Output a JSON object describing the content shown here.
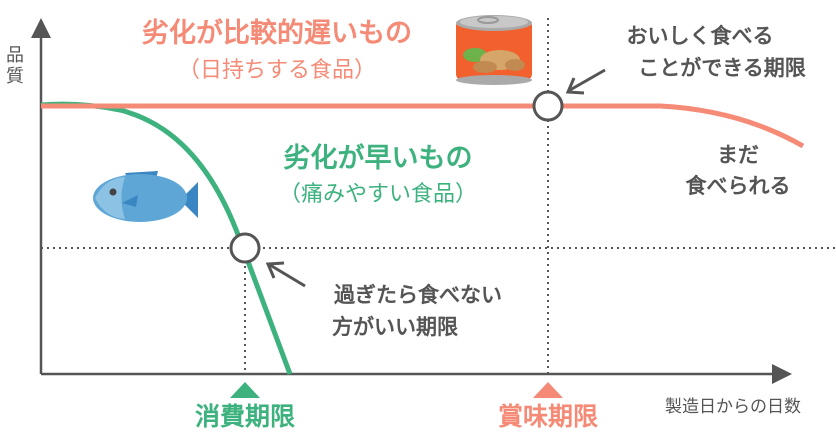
{
  "axes": {
    "y_label": "品質",
    "x_label": "製造日からの日数"
  },
  "slow": {
    "title": "劣化が比較的遅いもの",
    "subtitle": "（日持ちする食品）",
    "deadline": "賞味期限",
    "color": "#f58b76",
    "icon": "canned-food-icon"
  },
  "fast": {
    "title": "劣化が早いもの",
    "subtitle": "（痛みやすい食品）",
    "deadline": "消費期限",
    "color": "#3db27e",
    "icon": "fish-icon"
  },
  "notes": {
    "best_before_line1": "おいしく食べる",
    "best_before_line2": "ことができる期限",
    "still_edible_line1": "まだ",
    "still_edible_line2": "食べられる",
    "use_by_line1": "過ぎたら食べない",
    "use_by_line2": "方がいい期限"
  }
}
